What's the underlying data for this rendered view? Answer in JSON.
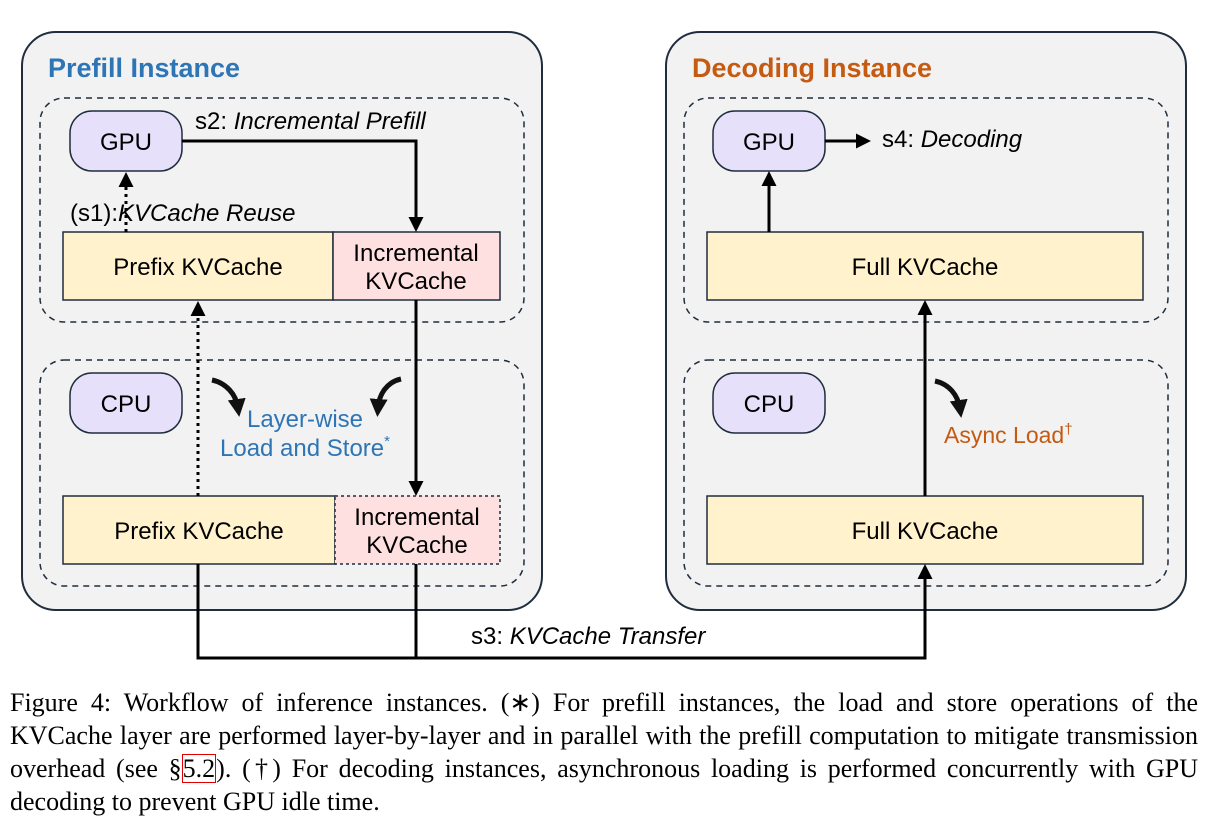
{
  "prefill": {
    "title": "Prefill Instance",
    "gpu": "GPU",
    "cpu": "CPU",
    "prefix_gpu": "Prefix KVCache",
    "incr_gpu_l1": "Incremental",
    "incr_gpu_l2": "KVCache",
    "prefix_cpu": "Prefix KVCache",
    "incr_cpu_l1": "Incremental",
    "incr_cpu_l2": "KVCache",
    "s1_prefix": "(s1):",
    "s1_label": "KVCache Reuse",
    "s2_prefix": "s2: ",
    "s2_label": "Incremental Prefill",
    "layerwise_l1": "Layer-wise",
    "layerwise_l2": "Load and Store",
    "layerwise_mark": "*"
  },
  "decoding": {
    "title": "Decoding Instance",
    "gpu": "GPU",
    "cpu": "CPU",
    "full_gpu": "Full KVCache",
    "full_cpu": "Full KVCache",
    "s4_prefix": "s4: ",
    "s4_label": "Decoding",
    "async_label": "Async Load",
    "async_mark": "†"
  },
  "transfer": {
    "s3_prefix": "s3: ",
    "s3_label": "KVCache Transfer"
  },
  "caption": {
    "part1": "Figure 4: Workflow of inference instances. (∗) For prefill instances, the load and store operations of the KVCache layer are performed layer-by-layer and in parallel with the prefill computation to mitigate transmission overhead (see §",
    "ref": "5.2",
    "part2": "). (†) For decoding instances, asynchronous loading is performed concurrently with GPU decoding to prevent GPU idle time."
  },
  "colors": {
    "prefill_title": "#2e75b6",
    "decoding_title": "#c55a11",
    "instance_bg": "#f2f2f2",
    "cache_fill": "#fff2cc",
    "incr_fill": "#ffe0e0",
    "chip_fill": "#e6e0fa",
    "layerwise_text": "#2e75b6",
    "async_text": "#c55a11"
  }
}
